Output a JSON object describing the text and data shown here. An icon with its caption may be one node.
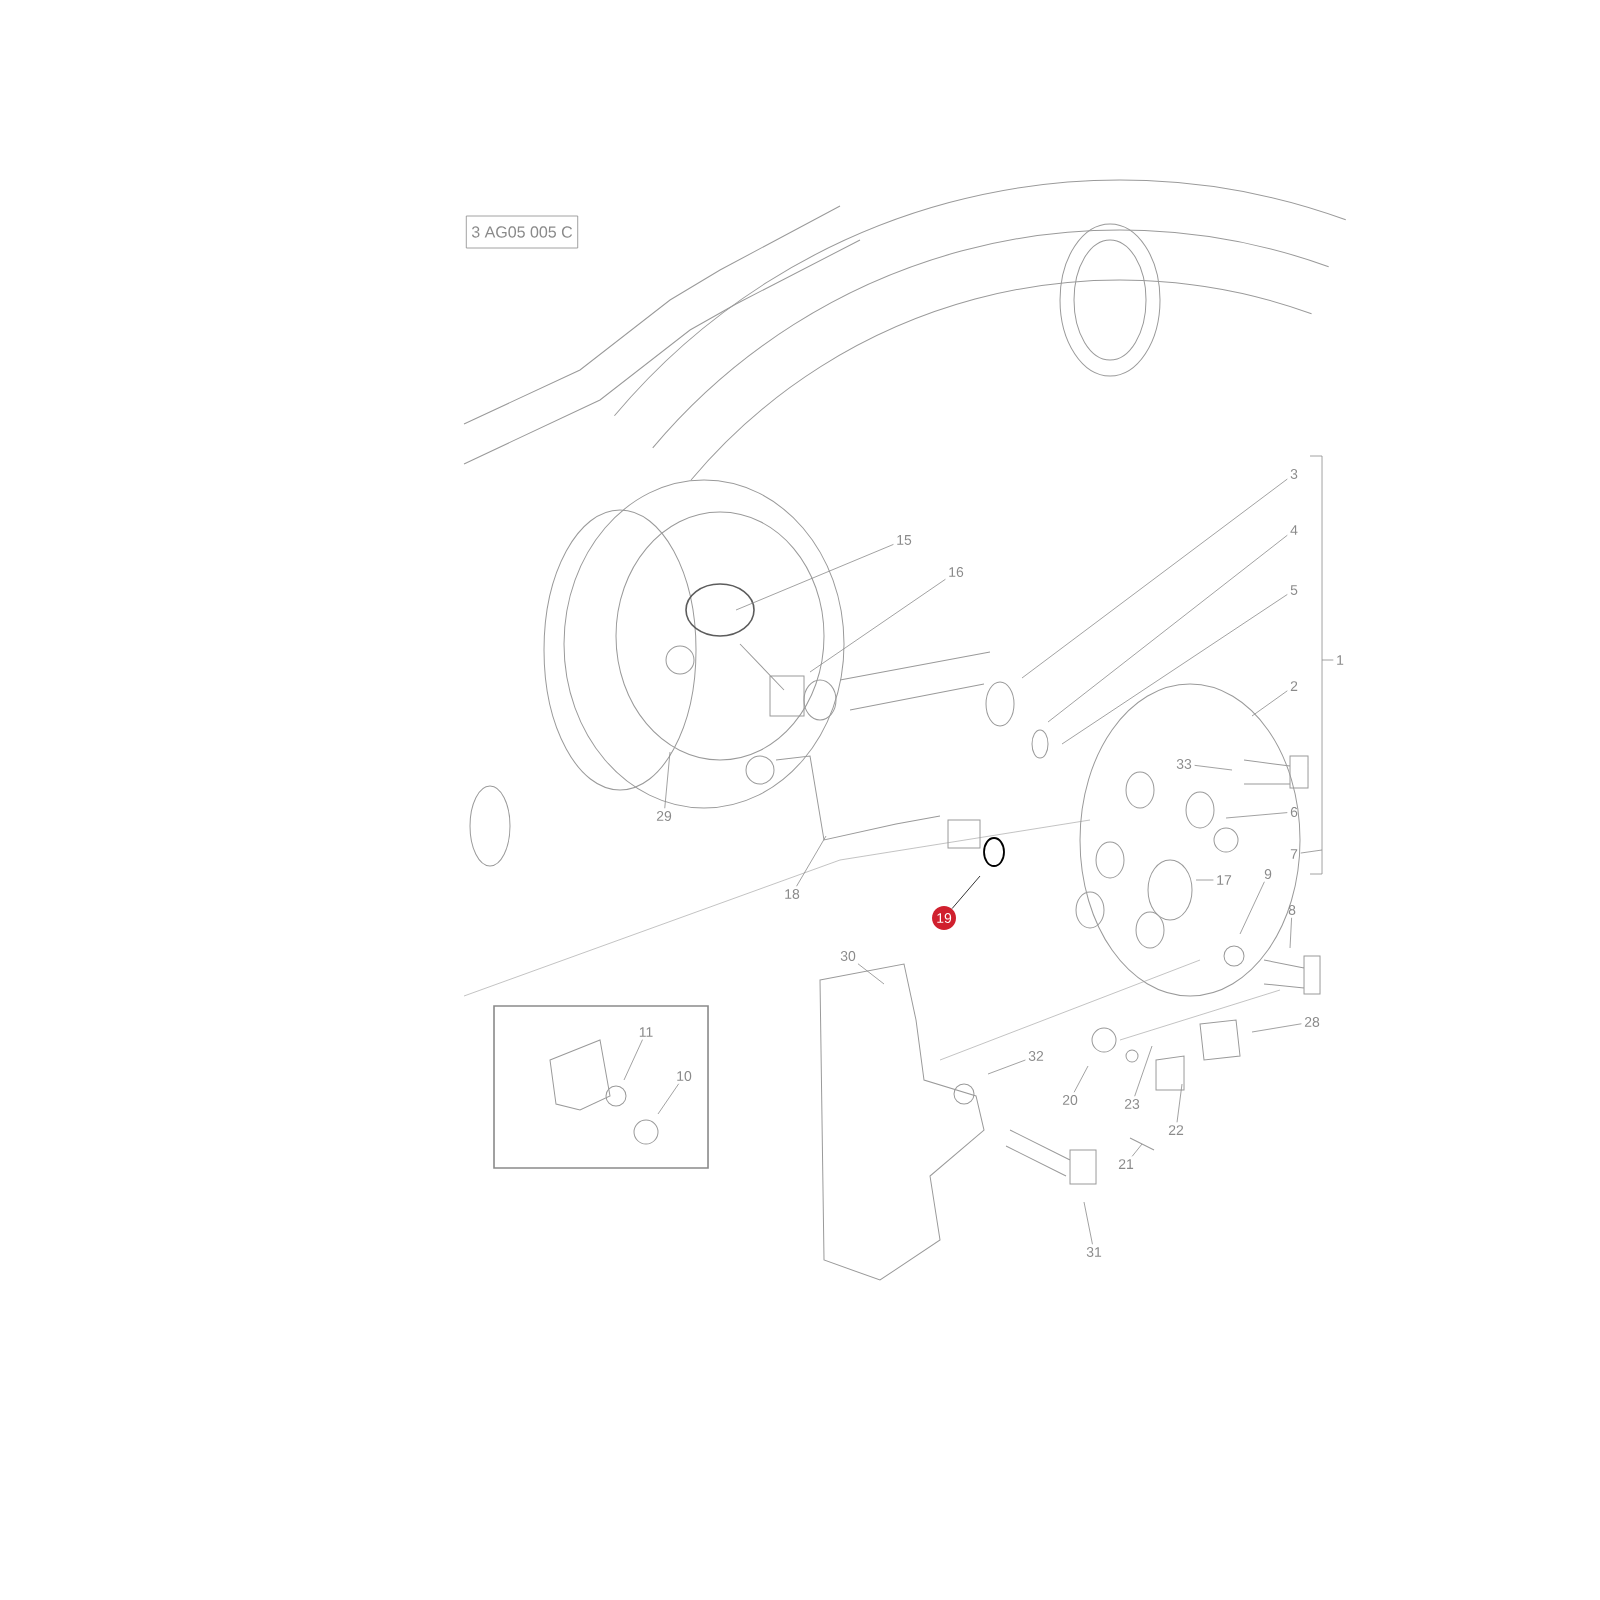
{
  "diagram": {
    "nodes": [
      {
        "text": [
          "3 AG05 005 C"
        ]
      },
      {
        "text": [
          "3"
        ]
      },
      {
        "text": [
          "4"
        ]
      },
      {
        "text": [
          "5"
        ]
      },
      {
        "text": [
          "15"
        ]
      },
      {
        "text": [
          "16"
        ]
      },
      {
        "text": [
          "1"
        ]
      },
      {
        "text": [
          "2"
        ]
      },
      {
        "text": [
          "33"
        ]
      },
      {
        "text": [
          "6"
        ]
      },
      {
        "text": [
          "7"
        ]
      },
      {
        "text": [
          "9"
        ]
      },
      {
        "text": [
          "17"
        ]
      },
      {
        "text": [
          "8"
        ]
      },
      {
        "text": [
          "29"
        ]
      },
      {
        "text": [
          "18"
        ]
      },
      {
        "text": [
          "19"
        ]
      },
      {
        "text": [
          "30"
        ]
      },
      {
        "text": [],
        "shape": "box"
      },
      {
        "text": [
          "11"
        ],
        "in": 18
      },
      {
        "text": [
          "10"
        ],
        "in": 18
      },
      {
        "text": [
          "28"
        ]
      },
      {
        "text": [
          "32"
        ]
      },
      {
        "text": [
          "20"
        ]
      },
      {
        "text": [
          "23"
        ]
      },
      {
        "text": [
          "22"
        ]
      },
      {
        "text": [
          "21"
        ]
      },
      {
        "text": [
          "31"
        ]
      }
    ],
    "edges": [
      {
        "from": 1,
        "to": null,
        "arrow": "none"
      },
      {
        "from": 2,
        "to": null,
        "arrow": "none"
      },
      {
        "from": 3,
        "to": null,
        "arrow": "none"
      },
      {
        "from": 4,
        "to": null,
        "arrow": "none"
      },
      {
        "from": 5,
        "to": null,
        "arrow": "none"
      },
      {
        "from": 6,
        "to": null,
        "arrow": "none"
      },
      {
        "from": 7,
        "to": null,
        "arrow": "none"
      },
      {
        "from": 8,
        "to": null,
        "arrow": "none"
      },
      {
        "from": 9,
        "to": null,
        "arrow": "none"
      },
      {
        "from": 10,
        "to": null,
        "arrow": "none"
      },
      {
        "from": 11,
        "to": null,
        "arrow": "none"
      },
      {
        "from": 12,
        "to": null,
        "arrow": "none"
      },
      {
        "from": 13,
        "to": null,
        "arrow": "none"
      },
      {
        "from": 14,
        "to": null,
        "arrow": "none"
      },
      {
        "from": 15,
        "to": null,
        "arrow": "none"
      },
      {
        "from": 16,
        "to": null,
        "arrow": "none",
        "color": "#000000"
      },
      {
        "from": 17,
        "to": null,
        "arrow": "none"
      },
      {
        "from": 19,
        "to": null,
        "arrow": "none"
      },
      {
        "from": 20,
        "to": null,
        "arrow": "none"
      },
      {
        "from": 21,
        "to": null,
        "arrow": "none"
      },
      {
        "from": 22,
        "to": null,
        "arrow": "none"
      },
      {
        "from": 23,
        "to": null,
        "arrow": "none"
      },
      {
        "from": 24,
        "to": null,
        "arrow": "none"
      },
      {
        "from": 25,
        "to": null,
        "arrow": "none"
      },
      {
        "from": 26,
        "to": null,
        "arrow": "none"
      },
      {
        "from": 27,
        "to": null,
        "arrow": "none"
      }
    ]
  }
}
